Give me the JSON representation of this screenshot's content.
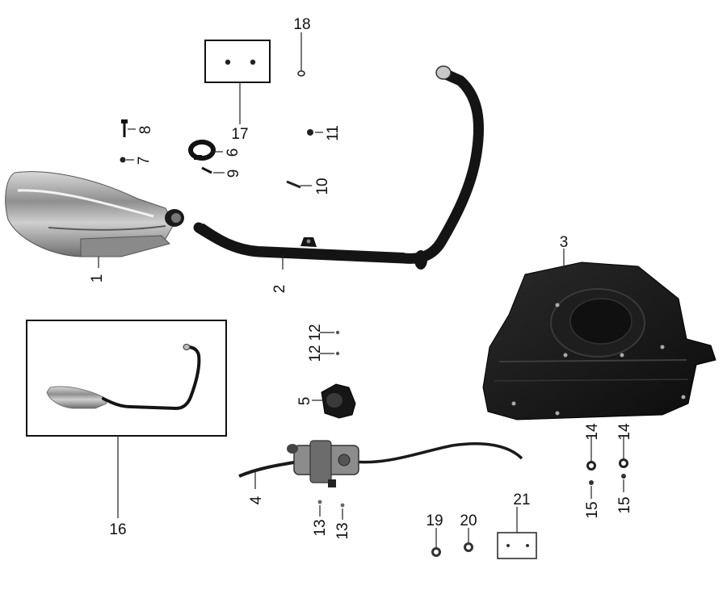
{
  "callouts": {
    "c1": "1",
    "c2": "2",
    "c3": "3",
    "c4": "4",
    "c5": "5",
    "c6": "6",
    "c7": "7",
    "c8": "8",
    "c9": "9",
    "c10": "10",
    "c11": "11",
    "c12a": "12",
    "c12b": "12",
    "c13a": "13",
    "c13b": "13",
    "c14a": "14",
    "c14b": "14",
    "c15a": "15",
    "c15b": "15",
    "c16": "16",
    "c17": "17",
    "c18": "18",
    "c19": "19",
    "c20": "20",
    "c21": "21"
  }
}
